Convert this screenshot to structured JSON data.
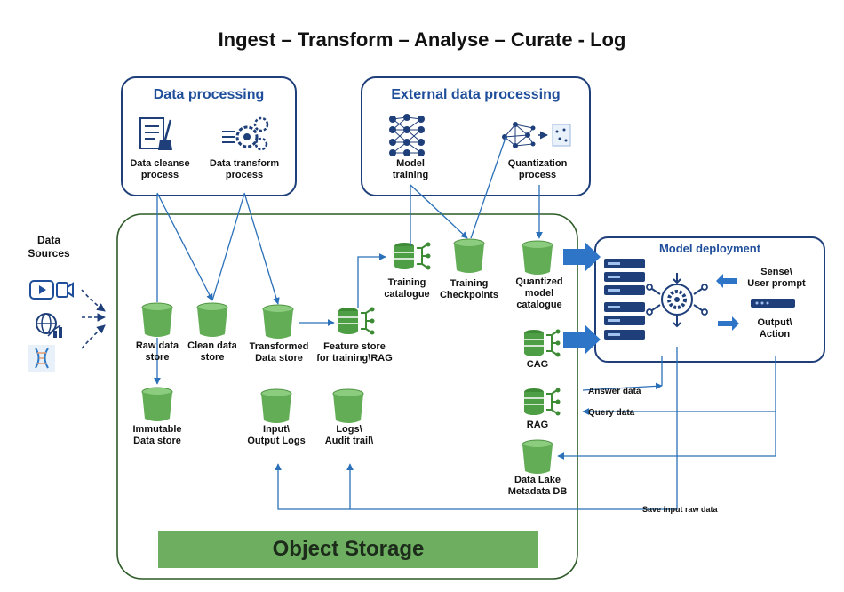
{
  "title": "Ingest – Transform – Analyse – Curate - Log",
  "data_sources": {
    "label": "Data\nSources",
    "icons": [
      "video-icon",
      "globe-chart-icon",
      "dna-icon"
    ]
  },
  "data_processing": {
    "title": "Data processing",
    "items": [
      {
        "label": "Data cleanse\nprocess",
        "icon": "cleanse-document-icon"
      },
      {
        "label": "Data transform\nprocess",
        "icon": "gears-icon"
      }
    ]
  },
  "external_processing": {
    "title": "External data processing",
    "items": [
      {
        "label": "Model\ntraining",
        "icon": "neural-network-icon"
      },
      {
        "label": "Quantization\nprocess",
        "icon": "quantization-icon"
      }
    ]
  },
  "stores": {
    "raw": "Raw data\nstore",
    "clean": "Clean data\nstore",
    "transformed": "Transformed\nData store",
    "feature": "Feature store\nfor training\\RAG",
    "training_catalogue": "Training\ncatalogue",
    "training_checkpoints": "Training\nCheckpoints",
    "quantized": "Quantized\nmodel\ncatalogue",
    "immutable": "Immutable\nData store",
    "io_logs": "Input\\\nOutput Logs",
    "audit": "Logs\\\nAudit trail\\",
    "cag": "CAG",
    "rag": "RAG",
    "lake": "Data Lake\nMetadata DB"
  },
  "model_deployment": {
    "title": "Model deployment",
    "sense": "Sense\\\nUser prompt",
    "output": "Output\\\nAction"
  },
  "flows": {
    "answer": "Answer data",
    "query": "Query data",
    "save": "Save input raw data"
  },
  "object_storage": "Object Storage",
  "colors": {
    "navy": "#1f3f7a",
    "blue_arrow": "#2e75c8",
    "green": "#6aae5f",
    "dark_green": "#2d5a27",
    "line": "#2b70b8"
  }
}
